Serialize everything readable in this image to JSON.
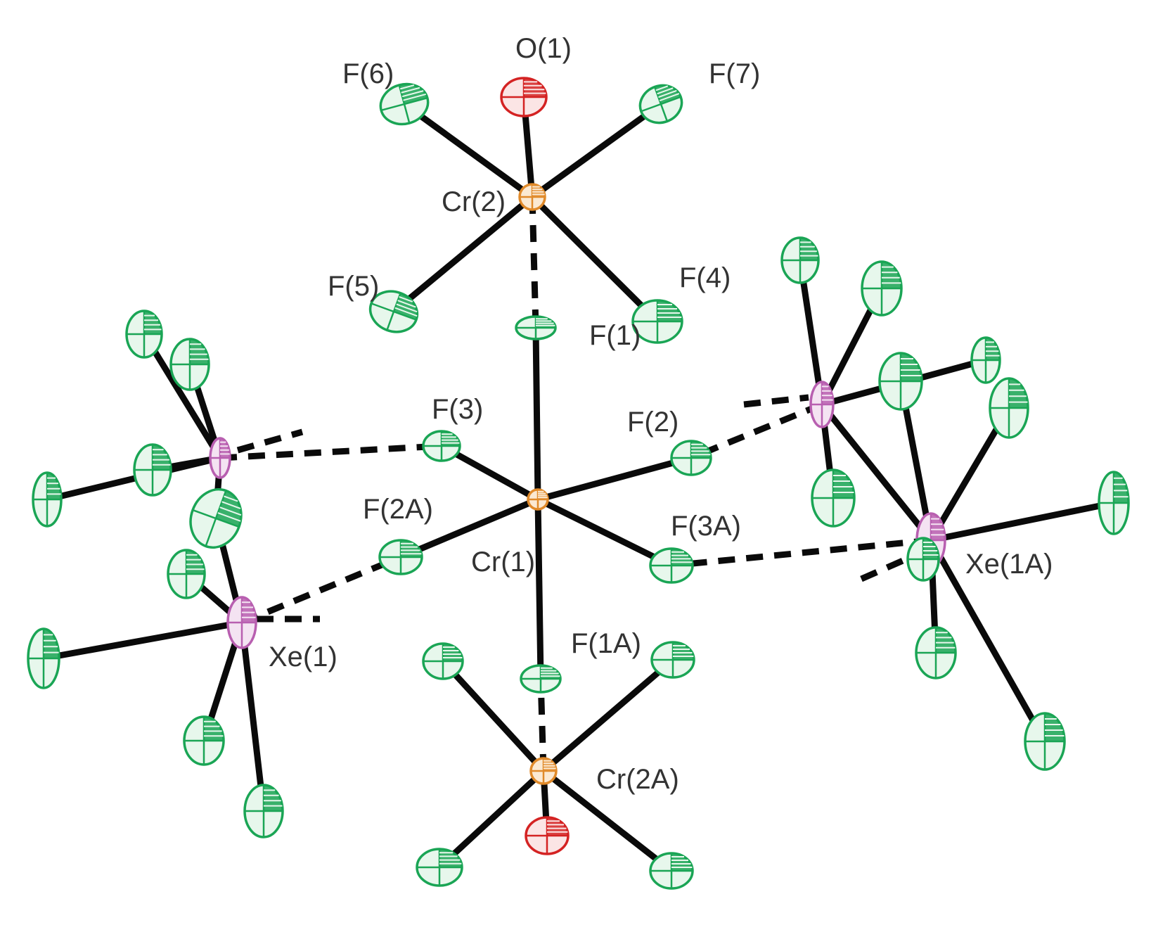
{
  "figure": {
    "labels": {
      "O1": "O(1)",
      "F6": "F(6)",
      "F7": "F(7)",
      "Cr2": "Cr(2)",
      "F5": "F(5)",
      "F4": "F(4)",
      "F1": "F(1)",
      "F3": "F(3)",
      "F2": "F(2)",
      "F2A": "F(2A)",
      "F3A": "F(3A)",
      "Cr1": "Cr(1)",
      "Xe1": "Xe(1)",
      "F1A": "F(1A)",
      "Xe1A": "Xe(1A)",
      "Cr2A": "Cr(2A)"
    },
    "colors": {
      "fluorine": "#1aa555",
      "fluorine_fill": "#e7f7ec",
      "oxygen": "#d42323",
      "oxygen_fill": "#fbe5e5",
      "chromium": "#e08a2a",
      "chromium_fill": "#fbe9d2",
      "xenon": "#b85fb0",
      "xenon_fill": "#f4e3f2",
      "bond": "#0a0a0a"
    }
  }
}
